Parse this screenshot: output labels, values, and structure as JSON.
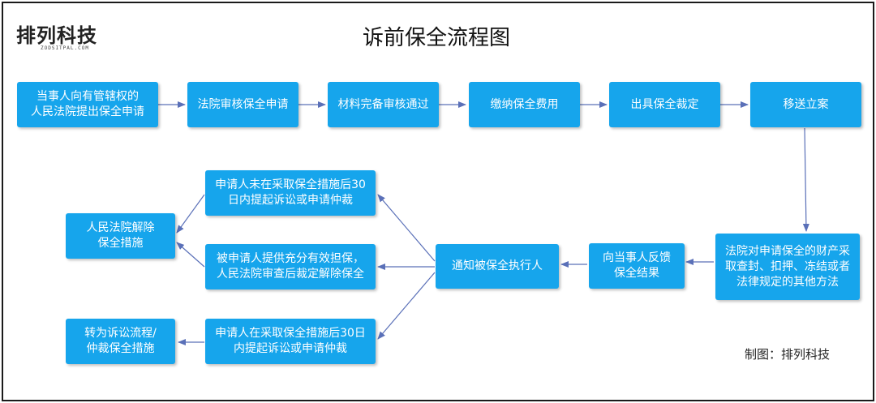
{
  "logo": {
    "text": "排列科技",
    "subtext": "ZODSITPAL.COM"
  },
  "title": "诉前保全流程图",
  "steps": {
    "s1": {
      "line1": "当事人向有管辖权的",
      "line2": "人民法院提出保全申请"
    },
    "s2": {
      "line1": "法院审核保全申请"
    },
    "s3": {
      "line1": "材料完备审核通过"
    },
    "s4": {
      "line1": "缴纳保全费用"
    },
    "s5": {
      "line1": "出具保全裁定"
    },
    "s6": {
      "line1": "移送立案"
    },
    "s7": {
      "line1": "法院对申请保全的财产采",
      "line2": "取查封、扣押、冻结或者",
      "line3": "法律规定的其他方法"
    },
    "s8": {
      "line1": "向当事人反馈",
      "line2": "保全结果"
    },
    "s9": {
      "line1": "通知被保全执行人"
    },
    "b1": {
      "line1": "申请人未在采取保全措施后30",
      "line2": "日内提起诉讼或申请仲裁"
    },
    "b2": {
      "line1": "被申请人提供充分有效担保，",
      "line2": "人民法院审查后裁定解除保全"
    },
    "b3": {
      "line1": "申请人在采取保全措施后30日",
      "line2": "内提起诉讼或申请仲裁"
    },
    "r1": {
      "line1": "人民法院解除",
      "line2": "保全措施"
    },
    "r2": {
      "line1": "转为诉讼流程/",
      "line2": "仲裁保全措施"
    }
  },
  "credit": "制图：排列科技",
  "colors": {
    "box": "#16a5ec",
    "arrow": "#5a70b8",
    "text": "#ffffff"
  }
}
